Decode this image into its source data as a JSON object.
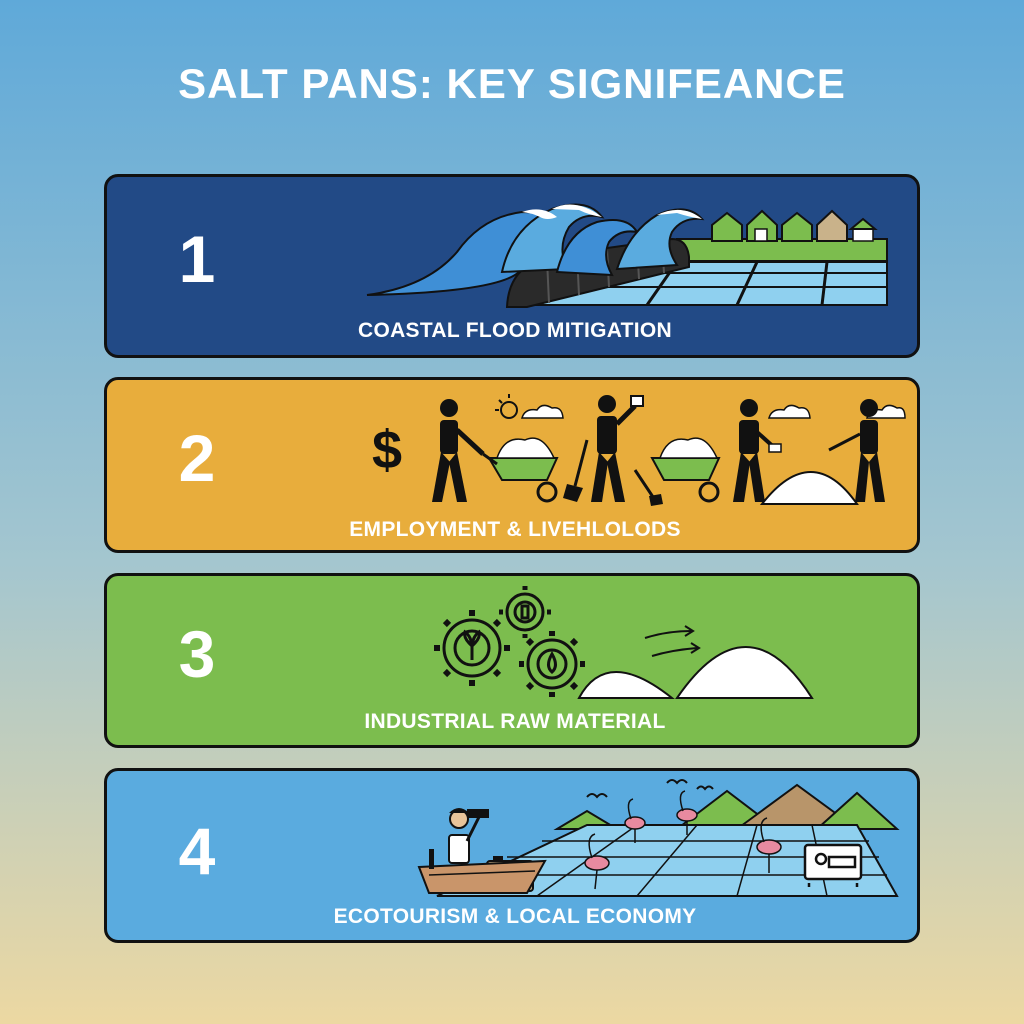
{
  "title": "SALT PANS: KEY SIGNIFEANCE",
  "panels": [
    {
      "number": "1",
      "label": "COASTAL FLOOD MITIGATION",
      "color": "#224a86"
    },
    {
      "number": "2",
      "label": "EMPLOYMENT & LIVEHLOLODS",
      "color": "#e8ad3c"
    },
    {
      "number": "3",
      "label": "INDUSTRIAL RAW MATERIAL",
      "color": "#7cbd4e"
    },
    {
      "number": "4",
      "label": "ECOTOURISM & LOCAL ECONOMY",
      "color": "#5aabdf"
    }
  ],
  "icons": {
    "panel1": [
      "waves-icon",
      "seawall-icon",
      "salt-pans-icon",
      "village-houses-icon"
    ],
    "panel2": [
      "dollar-icon",
      "worker-icon",
      "wheelbarrow-icon",
      "shovel-icon",
      "salt-pile-icon",
      "sun-icon",
      "cloud-icon"
    ],
    "panel3": [
      "gear-plant-icon",
      "gear-bottle-icon",
      "gear-drop-icon",
      "salt-pile-icon",
      "arrow-icon"
    ],
    "panel4": [
      "boat-icon",
      "binoculars-person-icon",
      "camera-icon",
      "flamingo-icon",
      "mountains-icon",
      "bird-icon",
      "bed-icon",
      "salt-pans-icon"
    ]
  },
  "symbols": {
    "dollar": "$"
  }
}
